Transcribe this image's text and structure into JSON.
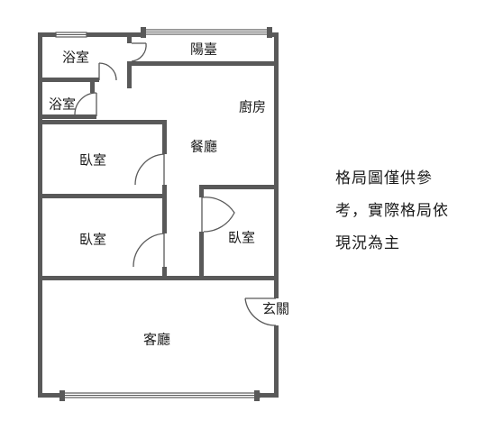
{
  "rooms": {
    "bath_top": "浴室",
    "bath_small": "浴室",
    "balcony": "陽臺",
    "kitchen": "廚房",
    "dining": "餐廳",
    "bedroom_1": "臥室",
    "bedroom_2": "臥室",
    "bedroom_3": "臥室",
    "entrance": "玄關",
    "living": "客廳"
  },
  "note": {
    "lines": [
      "格局圖僅供參",
      "考，實際格局依",
      "現況為主"
    ]
  },
  "colors": {
    "wall": "#595959",
    "text": "#1a1a1a",
    "background": "#ffffff"
  }
}
